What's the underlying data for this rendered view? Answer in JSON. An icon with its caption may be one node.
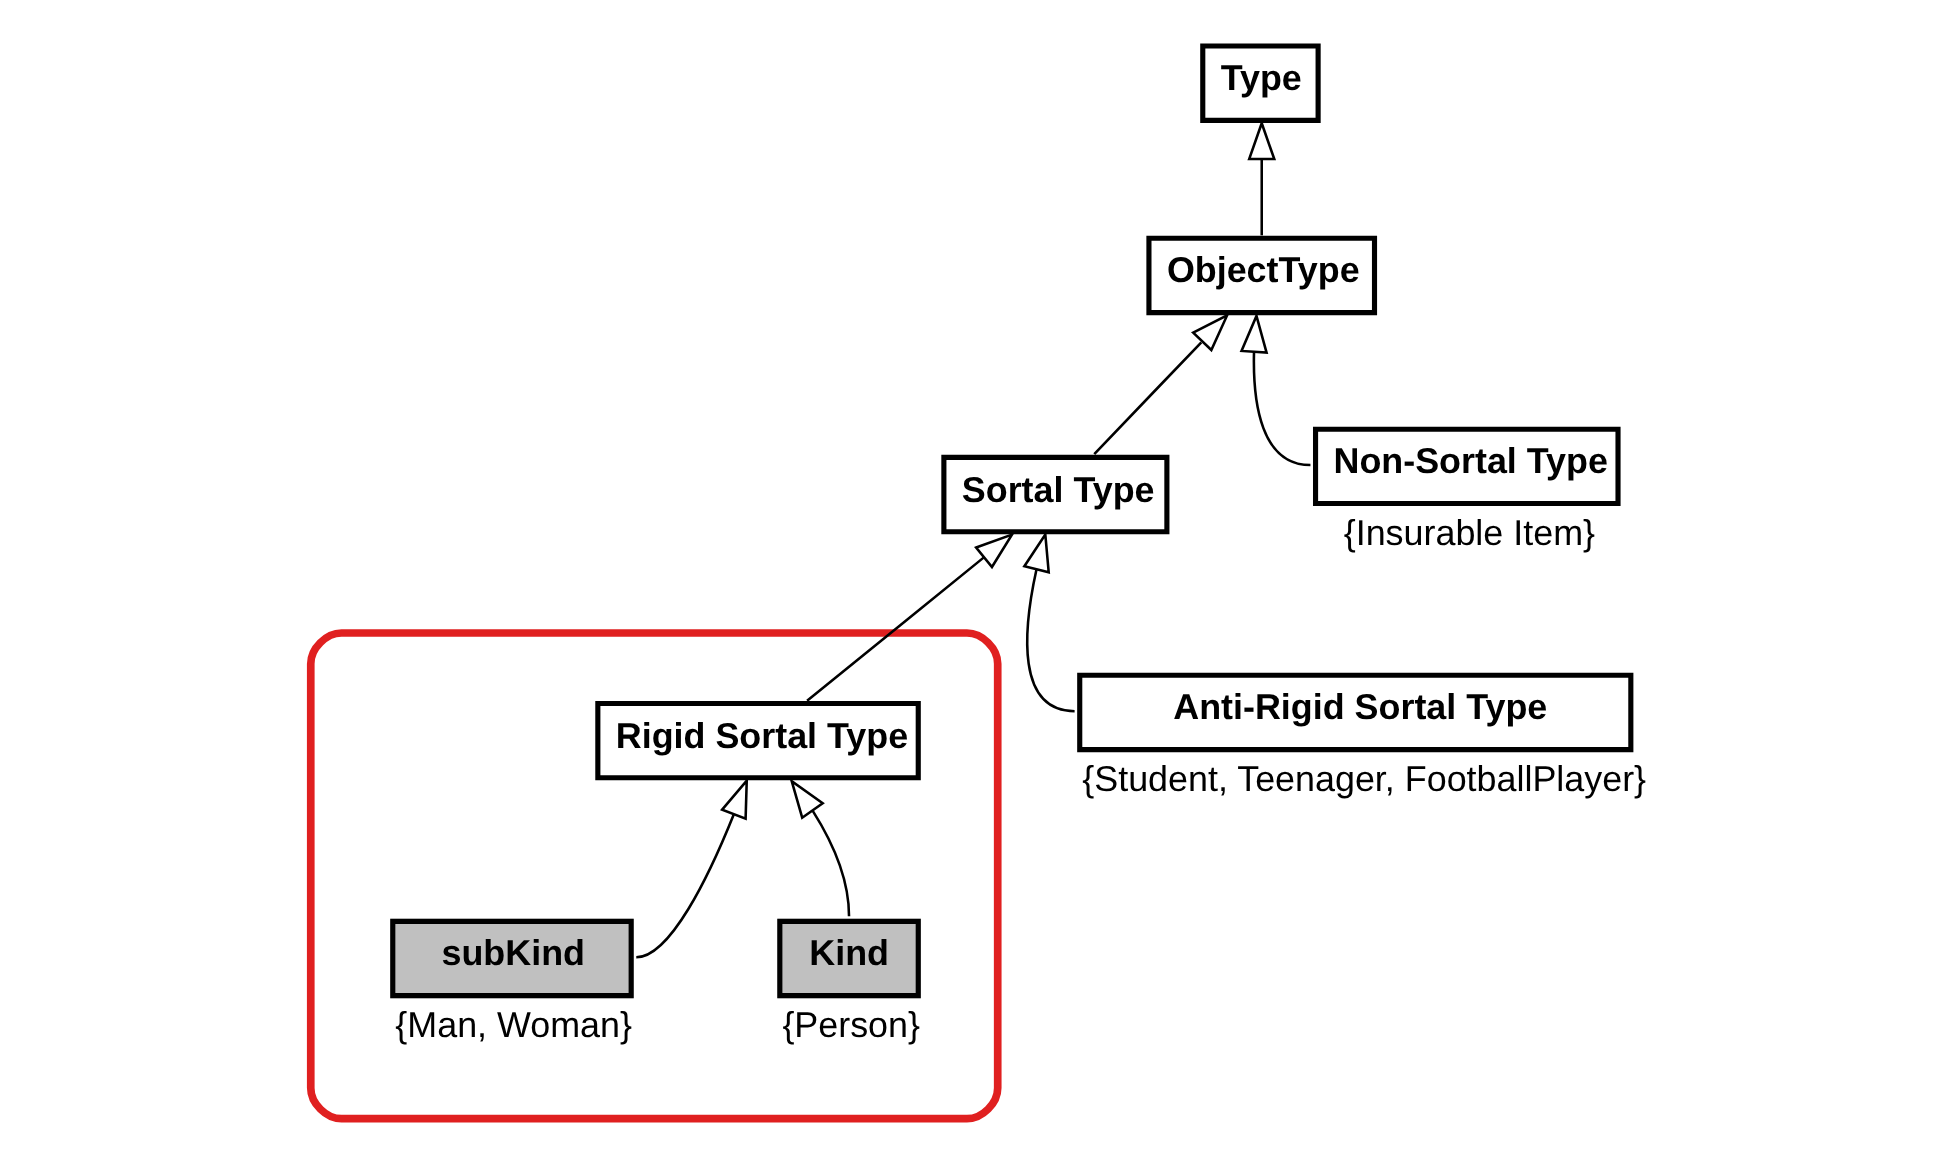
{
  "diagram": {
    "nodes": [
      {
        "text": [
          "Type"
        ]
      },
      {
        "text": [
          "ObjectType"
        ]
      },
      {
        "text": [
          "Sortal Type"
        ]
      },
      {
        "text": [
          "Non-Sortal Type"
        ],
        "beside": [
          "{Insurable Item}"
        ]
      },
      {
        "text": [],
        "shape": "ellipse"
      },
      {
        "text": [
          "Rigid Sortal Type"
        ],
        "in": 4
      },
      {
        "text": [
          "Anti-Rigid Sortal Type"
        ],
        "beside": [
          "{Student, Teenager, FootballPlayer}"
        ]
      },
      {
        "text": [
          "Kind"
        ],
        "in": 4,
        "beside": [
          "{Person}"
        ]
      },
      {
        "text": [
          "subKind"
        ],
        "in": 4,
        "beside": [
          "{Man, Woman}"
        ]
      }
    ],
    "edges": [
      {
        "from": 1,
        "to": 0,
        "arrow": "to"
      },
      {
        "from": 2,
        "to": 1,
        "arrow": "to"
      },
      {
        "from": 3,
        "to": 1,
        "arrow": "to"
      },
      {
        "from": 5,
        "to": 2,
        "arrow": "to"
      },
      {
        "from": 6,
        "to": 2,
        "arrow": "to"
      },
      {
        "from": 7,
        "to": 5,
        "arrow": "to"
      },
      {
        "from": 8,
        "to": 5,
        "arrow": "to"
      }
    ]
  }
}
